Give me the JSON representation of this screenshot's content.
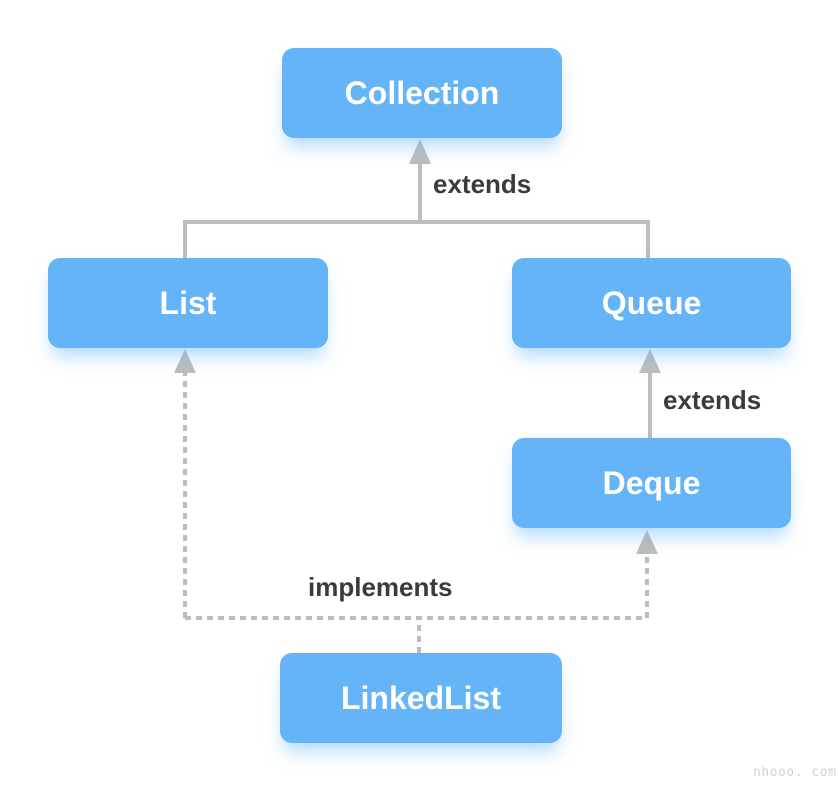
{
  "diagram": {
    "nodes": [
      {
        "id": "collection",
        "label": "Collection"
      },
      {
        "id": "list",
        "label": "List"
      },
      {
        "id": "queue",
        "label": "Queue"
      },
      {
        "id": "deque",
        "label": "Deque"
      },
      {
        "id": "linkedlist",
        "label": "LinkedList"
      }
    ],
    "edges": [
      {
        "from": "list",
        "to": "collection",
        "relation": "extends",
        "style": "solid"
      },
      {
        "from": "queue",
        "to": "collection",
        "relation": "extends",
        "style": "solid"
      },
      {
        "from": "deque",
        "to": "queue",
        "relation": "extends",
        "style": "solid"
      },
      {
        "from": "linkedlist",
        "to": "list",
        "relation": "implements",
        "style": "dashed"
      },
      {
        "from": "linkedlist",
        "to": "deque",
        "relation": "implements",
        "style": "dashed"
      }
    ],
    "labels": {
      "extends_top": "extends",
      "extends_deque": "extends",
      "implements": "implements"
    },
    "colors": {
      "node_fill": "#65b4f7",
      "node_text": "#ffffff",
      "edge_gray": "#bdbdbd",
      "label_text": "#3b3b3b",
      "watermark": "#d2d2d2"
    }
  },
  "watermark": {
    "text": "nhooo. com"
  }
}
